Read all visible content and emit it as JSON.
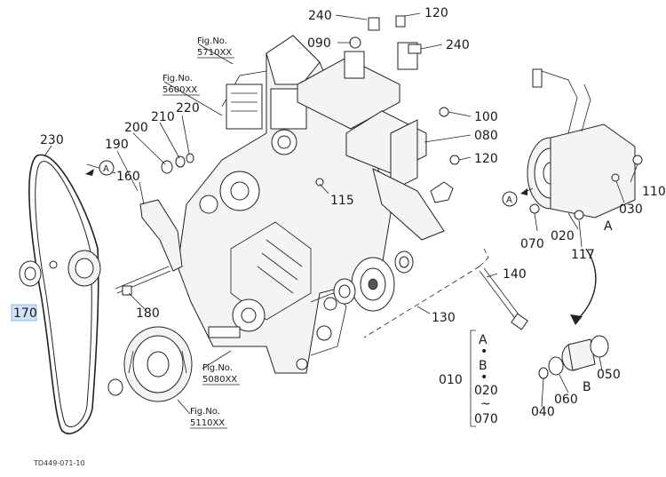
{
  "callouts": {
    "c240a": "240",
    "c120a": "120",
    "c090": "090",
    "c240b": "240",
    "c100": "100",
    "c080": "080",
    "c120b": "120",
    "c115": "115",
    "c140": "140",
    "c130": "130",
    "c230": "230",
    "c200": "200",
    "c210": "210",
    "c220": "220",
    "c190": "190",
    "c160": "160",
    "c170": "170",
    "c180": "180",
    "c110": "110",
    "c030": "030",
    "c020": "020",
    "c070": "070",
    "c117": "117",
    "c050": "050",
    "c060": "060",
    "c040": "040",
    "c010": "010"
  },
  "fig_refs": {
    "f5710_label": "Fig.No.",
    "f5710_num": "5710XX",
    "f5600_label": "Fig.No.",
    "f5600_num": "5600XX",
    "f5080_label": "Fig.No.",
    "f5080_num": "5080XX",
    "f5110_label": "Fig.No.",
    "f5110_num": "5110XX"
  },
  "markers": {
    "a_left": "A",
    "a_mid": "A",
    "a_right": "A",
    "b_right": "B"
  },
  "range_bracket": {
    "top": "A",
    "dot1": "•",
    "mid": "B",
    "dot2": "•",
    "from": "020",
    "tilde": "~",
    "to": "070"
  },
  "drawing_code": "TD449-071-10",
  "colors": {
    "highlight": "#cfe3f6",
    "line": "#222222"
  }
}
